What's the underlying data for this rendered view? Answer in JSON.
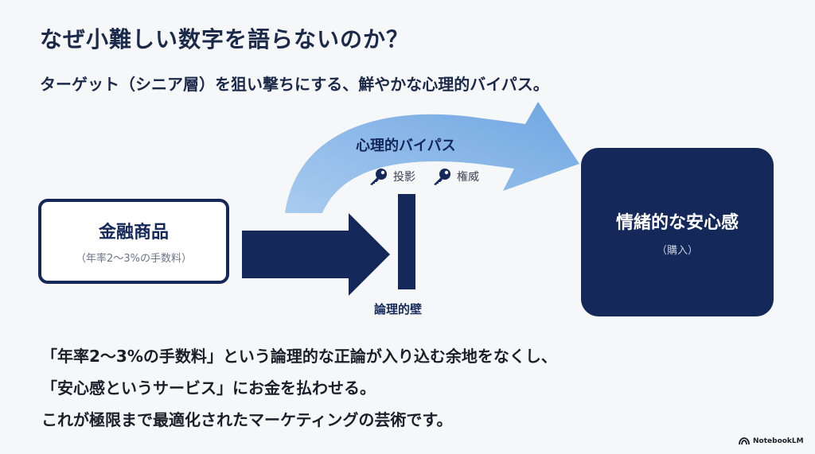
{
  "title": "なぜ小難しい数字を語らないのか？",
  "subtitle": "ターゲット（シニア層）を狙い撃ちにする、鮮やかな心理的バイパス。",
  "diagram": {
    "product": {
      "label": "金融商品",
      "note": "（年率2〜3%の手数料）"
    },
    "bypass_label": "心理的バイパス",
    "keys": [
      {
        "label": "投影",
        "icon": "key-icon"
      },
      {
        "label": "権威",
        "icon": "key-icon"
      }
    ],
    "wall_label": "論理的壁",
    "result": {
      "label": "情緒的な安心感",
      "note": "（購入）"
    },
    "colors": {
      "navy": "#14295a",
      "bypass_blue": "#7fb0e6"
    }
  },
  "body_lines": [
    "「年率2〜3%の手数料」という論理的な正論が入り込む余地をなくし、",
    "「安心感というサービス」にお金を払わせる。",
    "これが極限まで最適化されたマーケティングの芸術です。"
  ],
  "brand": "NotebookLM"
}
